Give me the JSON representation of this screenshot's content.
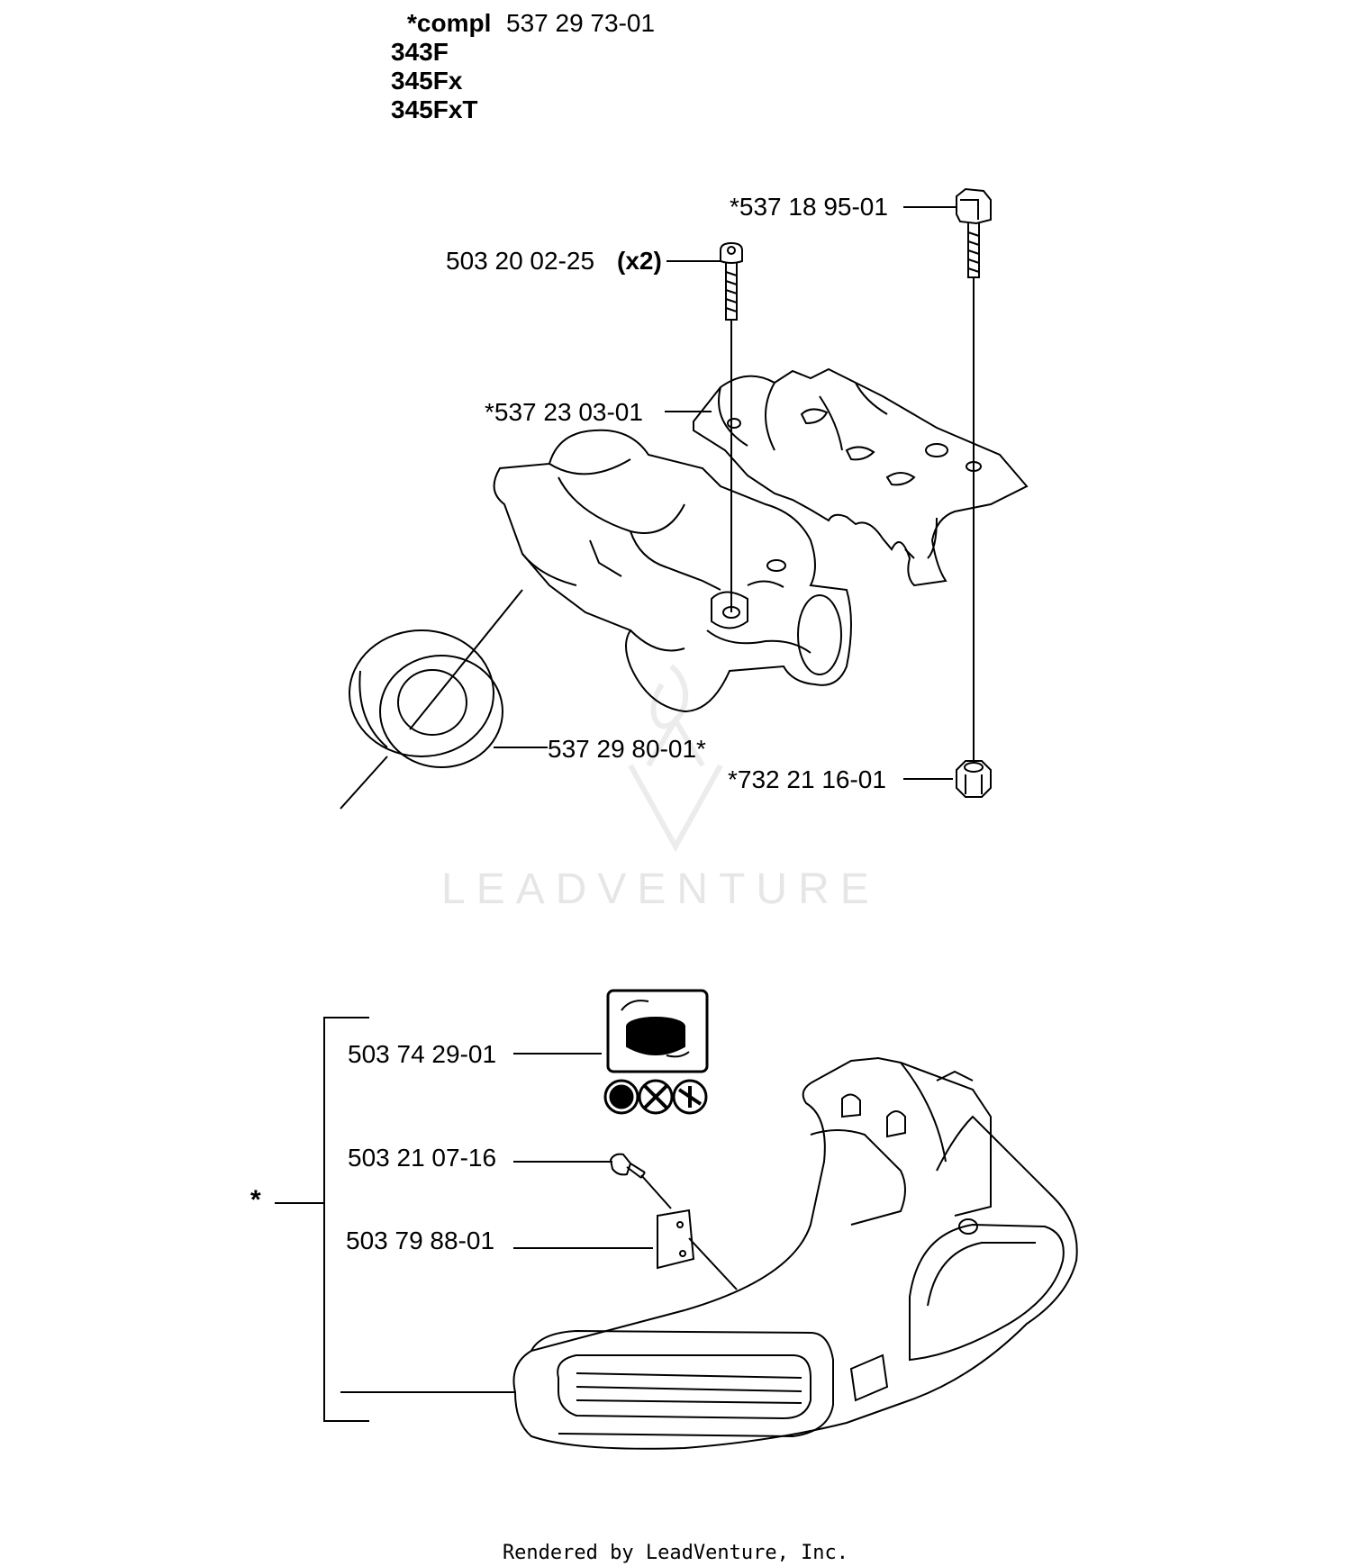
{
  "header": {
    "compl_prefix": "*compl",
    "compl_number": "537 29 73-01",
    "models": [
      "343F",
      "345Fx",
      "345FxT"
    ]
  },
  "parts": {
    "screw_top_right": "*537 18 95-01",
    "bolt_x2_number": "503 20 02-25",
    "bolt_x2_qty": "(x2)",
    "cover_plate": "*537 23 03-01",
    "washer": "537 29 80-01*",
    "nut": "*732 21 16-01",
    "trimmer_head": "503 74 29-01",
    "screw_small": "503 21 07-16",
    "knife_plate": "503 79 88-01",
    "asterisk_group": "*"
  },
  "watermark": "LEADVENTURE",
  "footer": "Rendered by LeadVenture, Inc."
}
